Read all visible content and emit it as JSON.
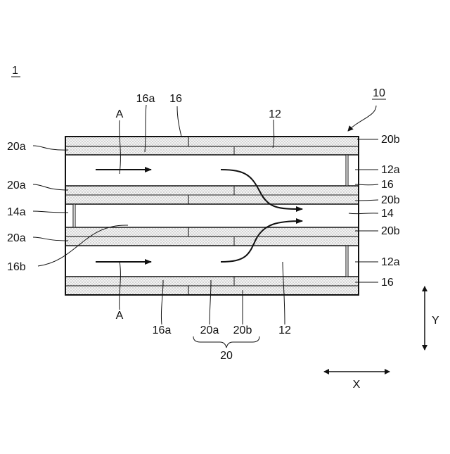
{
  "figure": {
    "ref_number": "1",
    "assembly_label": "10"
  },
  "labels": {
    "l_20a": "20a",
    "l_20b": "20b",
    "l_16": "16",
    "l_16a": "16a",
    "l_16b": "16b",
    "l_12": "12",
    "l_12a": "12a",
    "l_14": "14",
    "l_14a": "14a",
    "l_A": "A",
    "l_20": "20"
  },
  "axes": {
    "x_label": "X",
    "y_label": "Y"
  }
}
